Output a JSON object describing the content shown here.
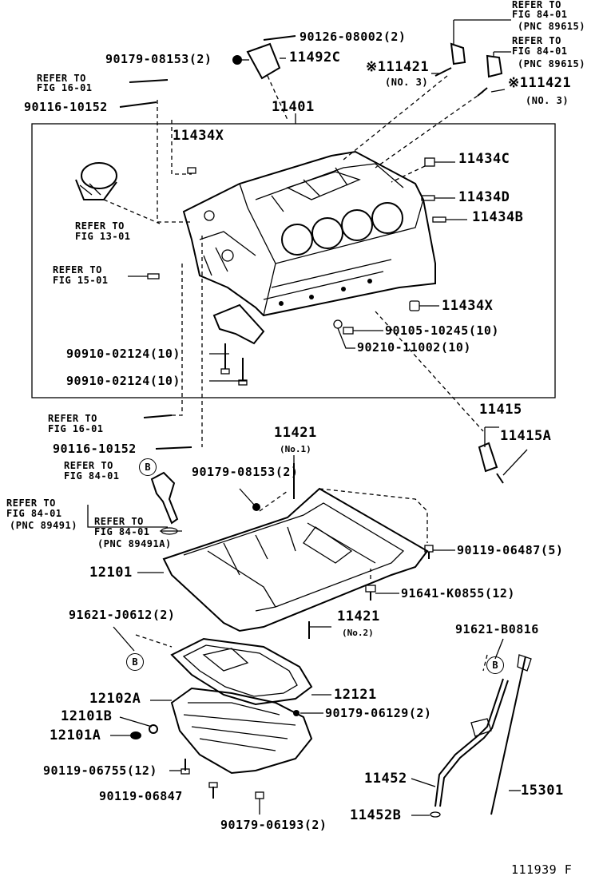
{
  "labels": {
    "ref_fig_84_01_top": "REFER TO",
    "fig_84_01_top": "FIG 84-01",
    "pnc_89615_top": "(PNC 89615)",
    "ref_fig_84_01_top2": "REFER TO",
    "fig_84_01_top2": "FIG 84-01",
    "pnc_89615_top2": "(PNC 89615)",
    "p90126": "90126-08002(2)",
    "p90179_08153_a": "90179-08153(2)",
    "p11492c": "11492C",
    "p11421_no3_a": "※111421",
    "no3_a": "(NO. 3)",
    "p11421_no3_b": "※111421",
    "no3_b": "(NO. 3)",
    "ref_fig_16_01_a": "REFER TO",
    "fig_16_01_a": "FIG 16-01",
    "p90116_a": "90116-10152",
    "p11401": "11401",
    "p11434x_a": "11434X",
    "p11434c": "11434C",
    "p11434d": "11434D",
    "p11434b": "11434B",
    "ref_fig_13_01": "REFER TO",
    "fig_13_01": "FIG 13-01",
    "ref_fig_15_01": "REFER TO",
    "fig_15_01": "FIG 15-01",
    "p11434x_b": "11434X",
    "p90105": "90105-10245(10)",
    "p90210": "90210-11002(10)",
    "p90910_a": "90910-02124(10)",
    "p90910_b": "90910-02124(10)",
    "ref_fig_16_01_b": "REFER TO",
    "fig_16_01_b": "FIG 16-01",
    "p90116_b": "90116-10152",
    "p11415": "11415",
    "p11415a": "11415A",
    "p11421_no1": "11421",
    "no1": "(No.1)",
    "ref_fig_84_01_b": "REFER TO",
    "fig_84_01_b": "FIG 84-01",
    "p90179_08153_b": "90179-08153(2)",
    "ref_fig_84_01_c": "REFER TO",
    "fig_84_01_c": "FIG 84-01",
    "pnc_89491_c": "(PNC 89491)",
    "ref_fig_84_01_d": "REFER TO",
    "fig_84_01_d": "FIG 84-01",
    "pnc_89491a": "(PNC 89491A)",
    "p90119_06487": "90119-06487(5)",
    "p12101": "12101",
    "p91641": "91641-K0855(12)",
    "p91621_j0612": "91621-J0612(2)",
    "p11421_no2": "11421",
    "no2": "(No.2)",
    "p91621_b0816": "91621-B0816",
    "p12102a": "12102A",
    "p12121": "12121",
    "p12101b": "12101B",
    "p90179_06129": "90179-06129(2)",
    "p12101a": "12101A",
    "p90119_06755": "90119-06755(12)",
    "p11452": "11452",
    "p15301": "15301",
    "p90119_06847": "90119-06847",
    "p11452b": "11452B",
    "p90179_06193": "90179-06193(2)",
    "circle_b": "B",
    "footer_code": "111939 F"
  }
}
